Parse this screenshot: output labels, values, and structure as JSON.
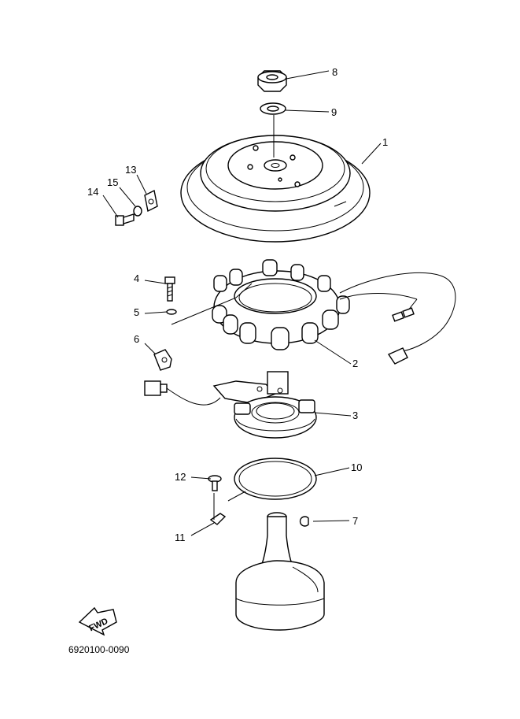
{
  "callouts": {
    "c1": "1",
    "c2": "2",
    "c3": "3",
    "c4": "4",
    "c5": "5",
    "c6": "6",
    "c7": "7",
    "c8": "8",
    "c9": "9",
    "c10": "10",
    "c11": "11",
    "c12": "12",
    "c13": "13",
    "c14": "14",
    "c15": "15"
  },
  "fwd_label": "FWD",
  "drawing_code": "6920100-0090"
}
